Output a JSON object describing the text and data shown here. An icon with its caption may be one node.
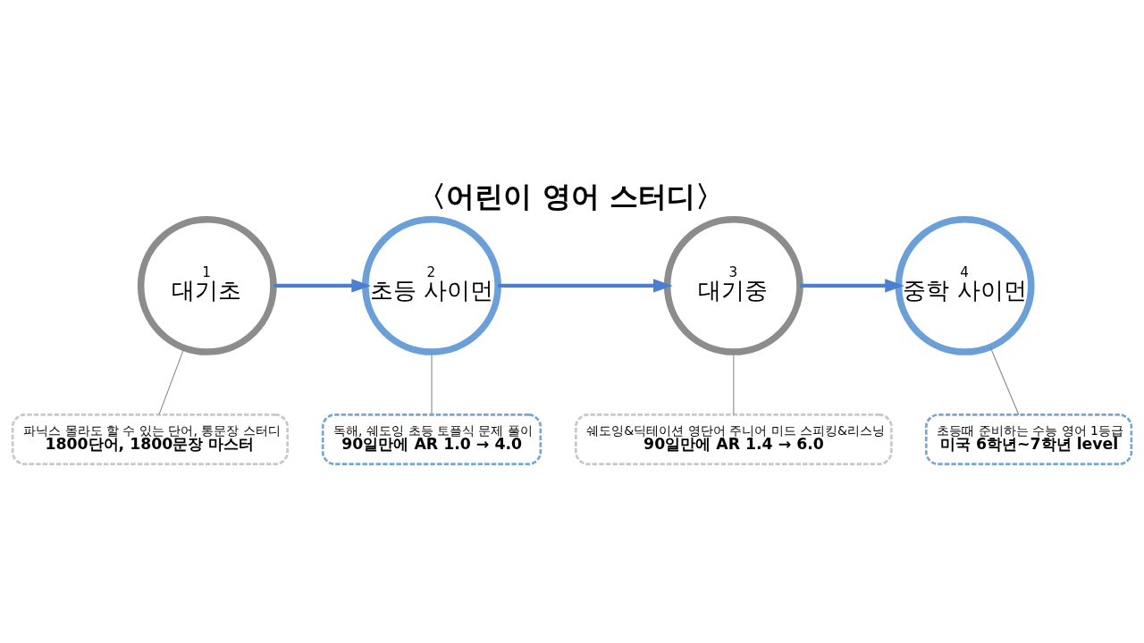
{
  "diagram": {
    "title": "〈어린이 영어 스터디〉",
    "nodes": [
      {
        "text": [
          "1",
          "대기초"
        ]
      },
      {
        "text": [
          "2",
          "초등 사이먼"
        ]
      },
      {
        "text": [
          "3",
          "대기중"
        ]
      },
      {
        "text": [
          "4",
          "중학 사이먼"
        ]
      },
      {
        "text": [
          "파닉스 몰라도 할 수 있는 단어, 통문장 스터디",
          "1800단어, 1800문장 마스터"
        ]
      },
      {
        "text": [
          "독해, 쉐도잉 초등 토플식 문제 풀이",
          "90일만에 AR 1.0 → 4.0"
        ]
      },
      {
        "text": [
          "쉐도잉&딕테이션 영단어 주니어 미드 스피킹&리스닝",
          "90일만에 AR 1.4 → 6.0"
        ]
      },
      {
        "text": [
          "초등때 준비하는 수능 영어 1등급",
          "미국 6학년~7학년 level"
        ]
      }
    ],
    "edges": [
      {
        "from": 0,
        "to": 1,
        "arrow": "to",
        "style": "thick",
        "color": "#4a7fd4"
      },
      {
        "from": 1,
        "to": 2,
        "arrow": "to",
        "style": "thick",
        "color": "#4a7fd4"
      },
      {
        "from": 2,
        "to": 3,
        "arrow": "to",
        "style": "thick",
        "color": "#4a7fd4"
      },
      {
        "from": 0,
        "to": 4,
        "arrow": "none"
      },
      {
        "from": 1,
        "to": 5,
        "arrow": "none"
      },
      {
        "from": 2,
        "to": 6,
        "arrow": "none"
      },
      {
        "from": 3,
        "to": 7,
        "arrow": "none"
      }
    ]
  }
}
